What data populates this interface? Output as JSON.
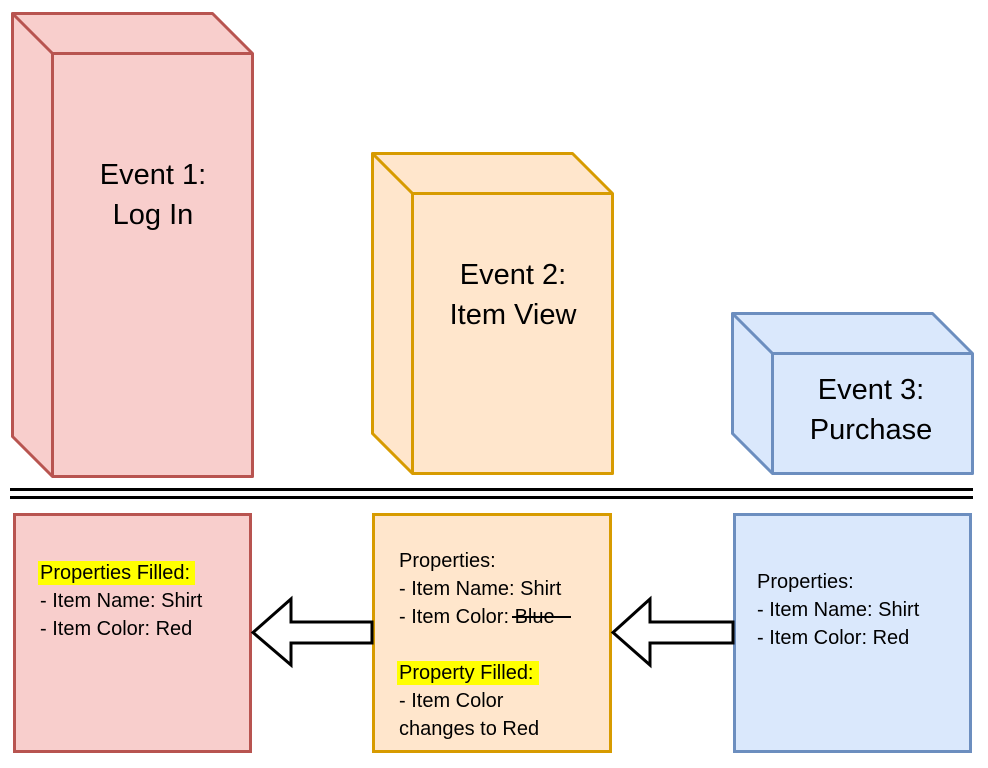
{
  "colors": {
    "background": "#FFFFFF",
    "text": "#000000",
    "divider": "#000000",
    "highlight": "#FFFF00",
    "arrow_fill": "#FFFFFF",
    "arrow_stroke": "#000000",
    "red_fill": "#F8CECC",
    "red_stroke": "#B85450",
    "orange_fill": "#FFE6CC",
    "orange_stroke": "#D79B00",
    "blue_fill": "#DAE8FC",
    "blue_stroke": "#6C8EBF"
  },
  "events": [
    {
      "id": "event-1",
      "line1": "Event 1:",
      "line2": "Log In",
      "color": "red"
    },
    {
      "id": "event-2",
      "line1": "Event 2:",
      "line2": "Item View",
      "color": "orange"
    },
    {
      "id": "event-3",
      "line1": "Event 3:",
      "line2": "Purchase",
      "color": "blue"
    }
  ],
  "property_boxes": [
    {
      "id": "event-1-properties",
      "color": "red",
      "lines": [
        {
          "text": "Properties Filled:",
          "highlight": true
        },
        {
          "text": "- Item Name: Shirt"
        },
        {
          "text": "- Item Color: Red"
        }
      ]
    },
    {
      "id": "event-2-properties",
      "color": "orange",
      "lines": [
        {
          "text": "Properties:"
        },
        {
          "text": "- Item Name: Shirt"
        },
        {
          "text": "- Item Color: ",
          "strike": "Blue"
        },
        {
          "text": ""
        },
        {
          "text": "Property Filled:",
          "highlight": true
        },
        {
          "text": "- Item Color"
        },
        {
          "text": "changes to Red"
        }
      ]
    },
    {
      "id": "event-3-properties",
      "color": "blue",
      "lines": [
        {
          "text": "Properties:"
        },
        {
          "text": "- Item Name: Shirt"
        },
        {
          "text": "- Item Color: Red"
        }
      ]
    }
  ]
}
